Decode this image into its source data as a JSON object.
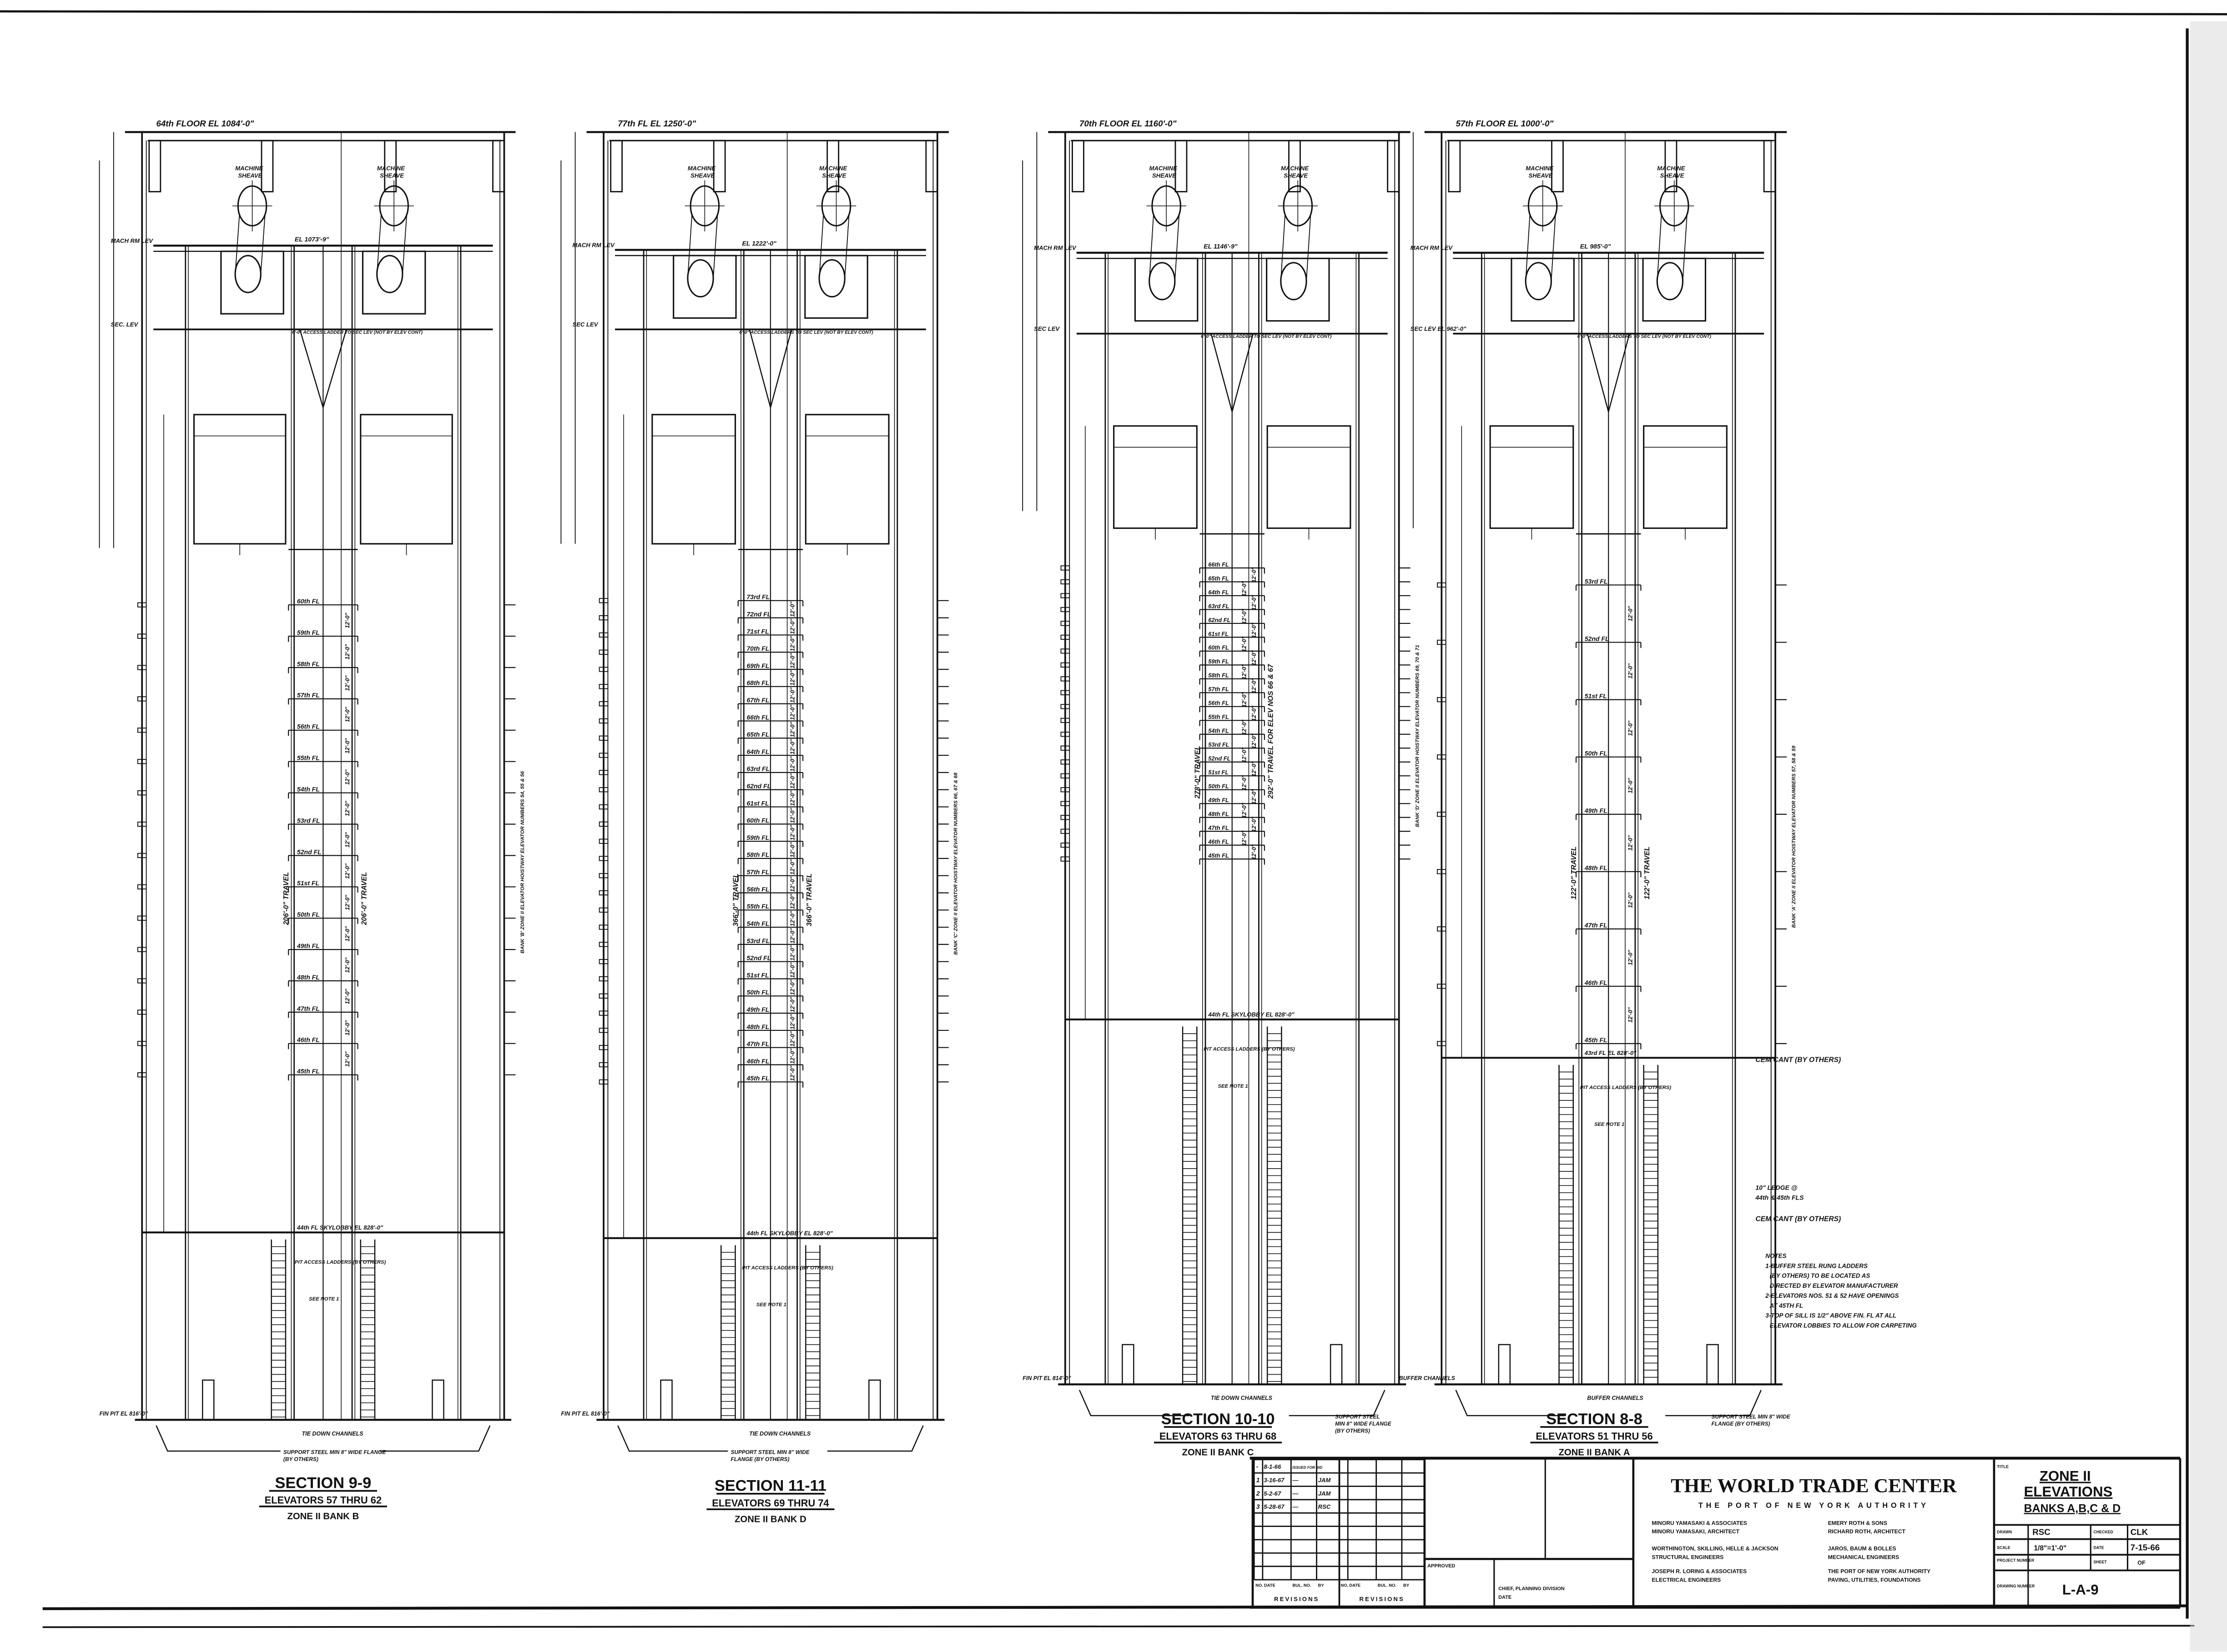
{
  "sections": [
    {
      "title": "SECTION 9-9",
      "elevators": "ELEVATORS 57 THRU 62",
      "bank": "ZONE II BANK B",
      "top_floor": "64th FLOOR EL 1084'-0\"",
      "machine_floor": "EL 1073'-9\"",
      "machine_label": "MACHINE SHEAVE",
      "mach_rm_label": "MACH RM LEV",
      "sec_lev_label": "SEC. LEV",
      "access_ladder": "6'-0\" ACCESS LADDER TO SEC LEV (NOT BY ELEV CONT)",
      "floors": [
        "60th FL",
        "59th FL",
        "58th FL",
        "57th FL",
        "56th FL",
        "55th FL",
        "54th FL",
        "53rd FL",
        "52nd FL",
        "51st FL",
        "50th FL",
        "49th FL",
        "48th FL",
        "47th FL",
        "46th FL",
        "45th FL"
      ],
      "floor_height": "12'-0\"",
      "travel": [
        "206'-0\" TRAVEL",
        "206'-0\" TRAVEL"
      ],
      "hoistway_note": "BANK 'B' ZONE II ELEVATOR HOISTWAY ELEVATOR NUMBERS 54, 55 & 56",
      "skylobby": "44th FL SKYLOBBY EL 828'-0\"",
      "pit_ladders": "PIT ACCESS LADDERS (BY OTHERS)",
      "see_note": "SEE NOTE 1",
      "pit_label": "FIN PIT EL 816'-0\"",
      "tie_down": "TIE DOWN CHANNELS",
      "support": [
        "SUPPORT STEEL MIN 8\" WIDE FLANGE",
        "(BY OTHERS)"
      ]
    },
    {
      "title": "SECTION 11-11",
      "elevators": "ELEVATORS 69 THRU 74",
      "bank": "ZONE II BANK D",
      "top_floor": "77th FL EL 1250'-0\"",
      "machine_floor": "EL 1222'-0\"",
      "machine_label": "MACHINE SHEAVE",
      "mach_rm_label": "MACH RM LEV",
      "sec_lev_label": "SEC LEV",
      "access_ladder": "6'-0\" ACCESS LADDERS TO SEC LEV (NOT BY ELEV CONT)",
      "floors": [
        "73rd FL",
        "72nd FL",
        "71st FL",
        "70th FL",
        "69th FL",
        "68th FL",
        "67th FL",
        "66th FL",
        "65th FL",
        "64th FL",
        "63rd FL",
        "62nd FL",
        "61st FL",
        "60th FL",
        "59th FL",
        "58th FL",
        "57th FL",
        "56th FL",
        "55th FL",
        "54th FL",
        "53rd FL",
        "52nd FL",
        "51st FL",
        "50th FL",
        "49th FL",
        "48th FL",
        "47th FL",
        "46th FL",
        "45th FL"
      ],
      "floor_height": "12'-0\"",
      "travel": [
        "366'-0\" TRAVEL",
        "366'-0\" TRAVEL"
      ],
      "hoistway_note": "BANK 'C' ZONE II ELEVATOR HOISTWAY ELEVATOR NUMBERS 66, 67 & 68",
      "skylobby": "44th FL SKYLOBBY EL 828'-0\"",
      "pit_ladders": "PIT ACCESS LADDERS (BY OTHERS)",
      "see_note": "SEE NOTE 1",
      "pit_label": "FIN PIT EL 816'-0\"",
      "tie_down": "TIE DOWN CHANNELS",
      "support": [
        "SUPPORT STEEL MIN 8\" WIDE",
        "FLANGE (BY OTHERS)"
      ]
    },
    {
      "title": "SECTION 10-10",
      "elevators": "ELEVATORS 63 THRU 68",
      "bank": "ZONE II BANK C",
      "top_floor": "70th FLOOR EL 1160'-0\"",
      "machine_floor": "EL 1146'-9\"",
      "machine_label": "MACHINE SHEAVE",
      "mach_rm_label": "MACH RM LEV",
      "sec_lev_label": "SEC LEV",
      "access_ladder": "6'-0\" ACCESS LADDER TO SEC LEV (NOT BY ELEV CONT)",
      "floors": [
        "66th FL",
        "65th FL",
        "64th FL",
        "63rd FL",
        "62nd FL",
        "61st FL",
        "60th FL",
        "59th FL",
        "58th FL",
        "57th FL",
        "56th FL",
        "55th FL",
        "54th FL",
        "53rd FL",
        "52nd FL",
        "51st FL",
        "50th FL",
        "49th FL",
        "48th FL",
        "47th FL",
        "46th FL",
        "45th FL"
      ],
      "floor_height": "12'-0\"",
      "travel": [
        "278'-0\" TRAVEL",
        "292'-0\" TRAVEL FOR ELEV NOS 66 & 67"
      ],
      "hoistway_note": "BANK 'D' ZONE II ELEVATOR HOISTWAY ELEVATOR NUMBERS 69, 70 & 71",
      "skylobby": "44th FL SKYLOBBY EL 828'-0\"",
      "pit_ladders": "PIT ACCESS LADDERS (BY OTHERS)",
      "see_note": "SEE NOTE 1",
      "pit_label": "FIN PIT EL 814'-0\"",
      "tie_down": "TIE DOWN CHANNELS",
      "support": [
        "SUPPORT STEEL",
        "MIN 8\" WIDE FLANGE",
        "(BY OTHERS)"
      ]
    },
    {
      "title": "SECTION 8-8",
      "elevators": "ELEVATORS 51 THRU 56",
      "bank": "ZONE II BANK A",
      "top_floor": "57th FLOOR EL 1000'-0\"",
      "machine_floor": "EL 985'-0\"",
      "machine_label": "MACHINE SHEAVE",
      "mach_rm_label": "MACH RM LEV",
      "sec_lev_label": "SEC LEV EL 962'-0\"",
      "access_ladder": "6'-0\" ACCESS LADDERS TO SEC LEV (NOT BY ELEV CONT)",
      "floors": [
        "53rd FL",
        "52nd FL",
        "51st FL",
        "50th FL",
        "49th FL",
        "48th FL",
        "47th FL",
        "46th FL",
        "45th FL"
      ],
      "floor_height": "12'-0\"",
      "travel": [
        "122'-0\" TRAVEL",
        "122'-0\" TRAVEL"
      ],
      "hoistway_note": "BANK 'A' ZONE II ELEVATOR HOISTWAY ELEVATOR NUMBERS 57, 58 & 59",
      "skylobby": "43rd FL EL 828'-0\"",
      "pit_ladders": "PIT ACCESS LADDERS (BY OTHERS)",
      "see_note": "SEE NOTE 1",
      "pit_label": "BUFFER CHANNELS",
      "tie_down": "BUFFER CHANNELS",
      "support": [
        "SUPPORT STEEL MIN 8\" WIDE",
        "FLANGE (BY OTHERS)"
      ]
    }
  ],
  "side_notes": {
    "cem_cant_1": "CEM CANT (BY OTHERS)",
    "ledge": [
      "10\" LEDGE @",
      "44th & 45th FLS"
    ],
    "cem_cant_2": "CEM CANT (BY OTHERS)"
  },
  "notes": {
    "title": "NOTES",
    "lines": [
      "1-BUFFER STEEL RUNG LADDERS",
      "(BY OTHERS) TO BE LOCATED AS",
      "DIRECTED BY ELEVATOR MANUFACTURER",
      "2-ELEVATORS NOS. 51 & 52 HAVE OPENINGS",
      "AT 45TH FL",
      "3-TOP OF SILL IS 1/2\" ABOVE FIN. FL AT ALL",
      "ELEVATOR LOBBIES TO ALLOW FOR CARPETING"
    ]
  },
  "revisions": {
    "rows": [
      {
        "no": "-",
        "date": "8-1-66",
        "bul_no": "ISSUED FOR BID",
        "by": ""
      },
      {
        "no": "1",
        "date": "3-16-67",
        "bul_no": "—",
        "by": "JAM"
      },
      {
        "no": "2",
        "date": "5-2-67",
        "bul_no": "—",
        "by": "JAM"
      },
      {
        "no": "3",
        "date": "5-28-67",
        "bul_no": "—",
        "by": "RSC"
      }
    ],
    "headers": [
      "NO.",
      "DATE",
      "BUL. NO.",
      "BY"
    ],
    "caption": "REVISIONS"
  },
  "approval": {
    "approved": "APPROVED",
    "chief": "CHIEF, PLANNING DIVISION",
    "date": "DATE"
  },
  "title_block": {
    "project": "THE WORLD TRADE CENTER",
    "owner": "THE PORT OF NEW YORK AUTHORITY",
    "firms": [
      {
        "name": "MINORU YAMASAKI & ASSOCIATES",
        "role": "MINORU YAMASAKI, ARCHITECT"
      },
      {
        "name": "EMERY ROTH & SONS",
        "role": "RICHARD ROTH, ARCHITECT"
      },
      {
        "name": "WORTHINGTON, SKILLING, HELLE & JACKSON",
        "role": "STRUCTURAL ENGINEERS"
      },
      {
        "name": "JAROS, BAUM & BOLLES",
        "role": "MECHANICAL ENGINEERS"
      },
      {
        "name": "JOSEPH R. LORING & ASSOCIATES",
        "role": "ELECTRICAL ENGINEERS"
      },
      {
        "name": "THE PORT OF NEW YORK AUTHORITY",
        "role": "PAVING, UTILITIES, FOUNDATIONS"
      }
    ],
    "title_label": "TITLE",
    "title_lines": [
      "ZONE II",
      "ELEVATIONS",
      "BANKS A,B,C & D"
    ],
    "drawn_label": "DRAWN",
    "drawn": "RSC",
    "checked_label": "CHECKED",
    "checked": "CLK",
    "scale_label": "SCALE",
    "scale": "1/8\"=1'-0\"",
    "date_label": "DATE",
    "date": "7-15-66",
    "project_number_label": "PROJECT NUMBER",
    "sheet_label": "SHEET",
    "sheet": "OF",
    "drawing_number_label": "DRAWING NUMBER",
    "drawing_number": "L-A-9"
  }
}
